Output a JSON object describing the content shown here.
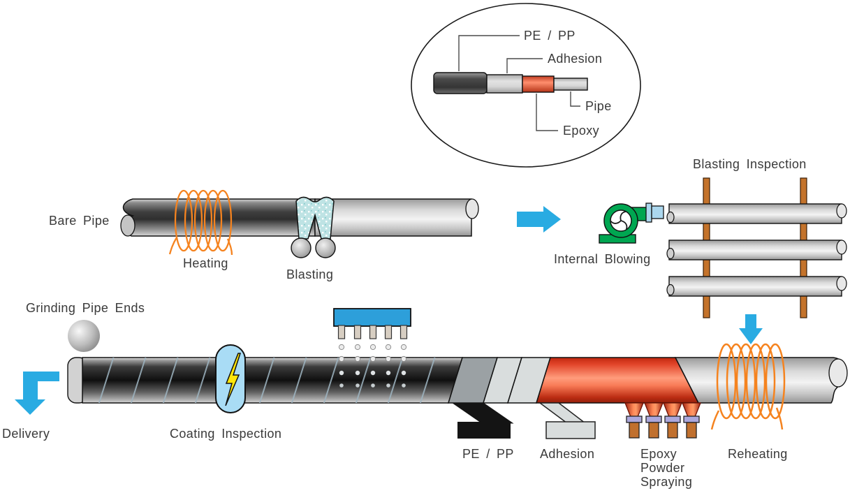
{
  "diagram": {
    "type": "pipe-coating-process-flow",
    "colors": {
      "arrow_blue": "#29ABE2",
      "coil_orange": "#F5831F",
      "blower_green": "#00A651",
      "nozzle_light_blue": "#ABD7EE",
      "inspection_pill_blue": "#A9DCF5",
      "lightning_yellow": "#FFE60A",
      "water_box_blue": "#2D9FDA",
      "rack_brown": "#C4732B",
      "epoxy_red": "#E8472B",
      "gun_body_brown": "#C0702E",
      "gun_collar_lavender": "#ACA8DC",
      "blast_media_cyan": "#BEE3E4",
      "coated_pipe_black": "#141414",
      "adhesion_band_gray": "#D9DDDD",
      "label_text": "#3A3A3A"
    }
  },
  "cross_section": {
    "pe_pp": "PE / PP",
    "adhesion": "Adhesion",
    "pipe": "Pipe",
    "epoxy": "Epoxy"
  },
  "process_top": {
    "bare_pipe": "Bare Pipe",
    "heating": "Heating",
    "blasting": "Blasting",
    "internal_blowing": "Internal Blowing",
    "blasting_inspection": "Blasting Inspection"
  },
  "process_bottom": {
    "grinding_pipe_ends": "Grinding Pipe Ends",
    "delivery": "Delivery",
    "coating_inspection": "Coating Inspection",
    "pe_pp": "PE / PP",
    "adhesion": "Adhesion",
    "epoxy_spray_line1": "Epoxy",
    "epoxy_spray_line2": "Powder",
    "epoxy_spray_line3": "Spraying",
    "reheating": "Reheating"
  }
}
